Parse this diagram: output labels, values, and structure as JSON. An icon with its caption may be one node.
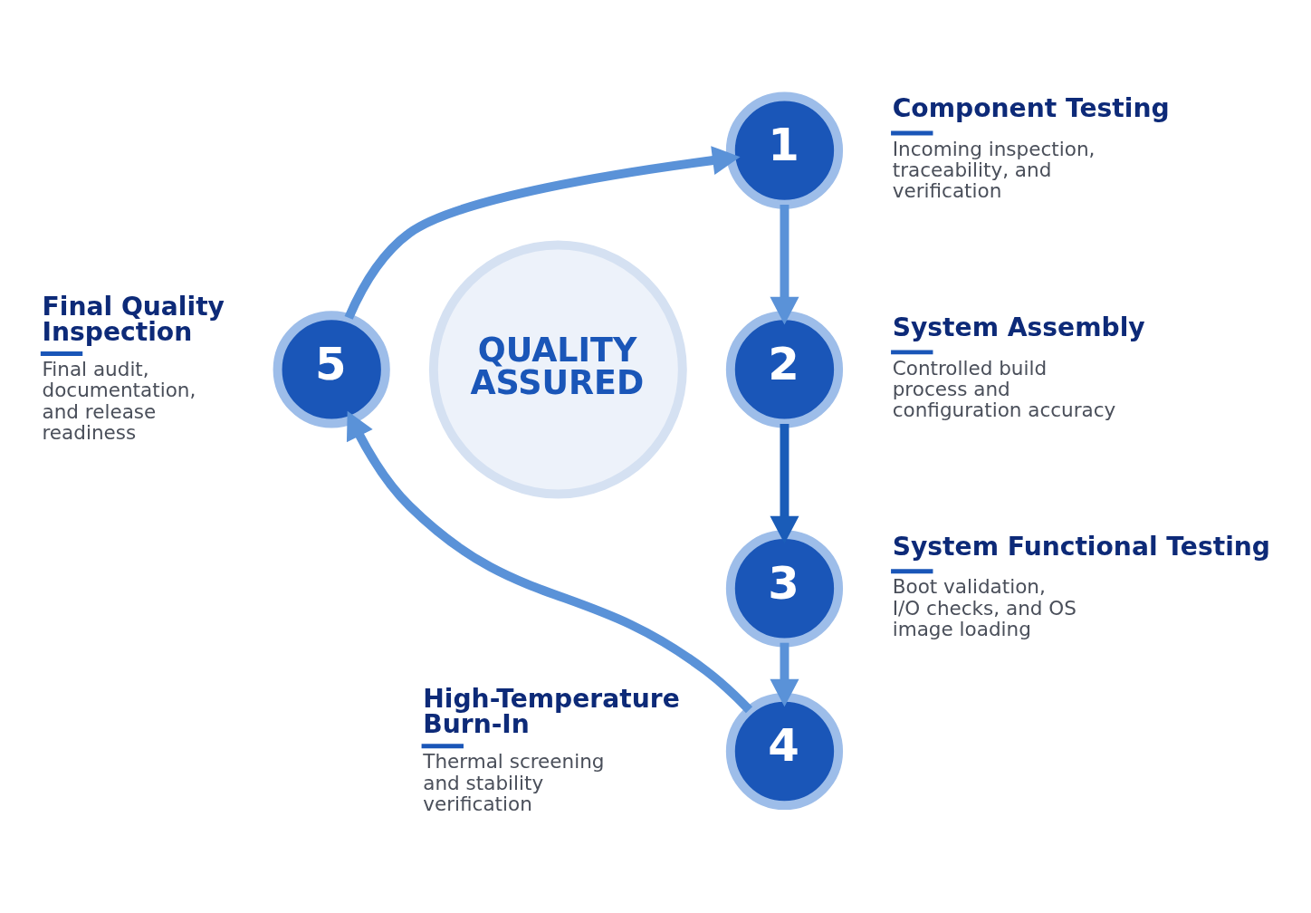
{
  "diagram": {
    "nodes": [
      {
        "text": [
          "1"
        ],
        "beside": [
          "Component Testing",
          "Incoming inspection, traceability, and verification"
        ]
      },
      {
        "text": [
          "2"
        ],
        "beside": [
          "System Assembly",
          "Controlled build process and configuration accuracy"
        ]
      },
      {
        "text": [
          "3"
        ],
        "beside": [
          "System Functional Testing",
          "Boot validation, I/O checks, and OS image loading"
        ]
      },
      {
        "text": [
          "4"
        ],
        "beside": [
          "High-Temperature Burn-In",
          "Thermal screening and stability verification"
        ]
      },
      {
        "text": [
          "5"
        ],
        "beside": [
          "Final Quality Inspection",
          "Final audit, documentation, and release readiness"
        ]
      },
      {
        "text": [
          "QUALITY ASSURED"
        ]
      }
    ],
    "edges": [
      {
        "from": 0,
        "to": 1,
        "arrow": "to"
      },
      {
        "from": 1,
        "to": 2,
        "arrow": "to",
        "color": "#1a5cb8"
      },
      {
        "from": 2,
        "to": 3,
        "arrow": "to"
      },
      {
        "from": 3,
        "to": 4,
        "arrow": "to"
      },
      {
        "from": 4,
        "to": 0,
        "arrow": "to"
      }
    ]
  }
}
